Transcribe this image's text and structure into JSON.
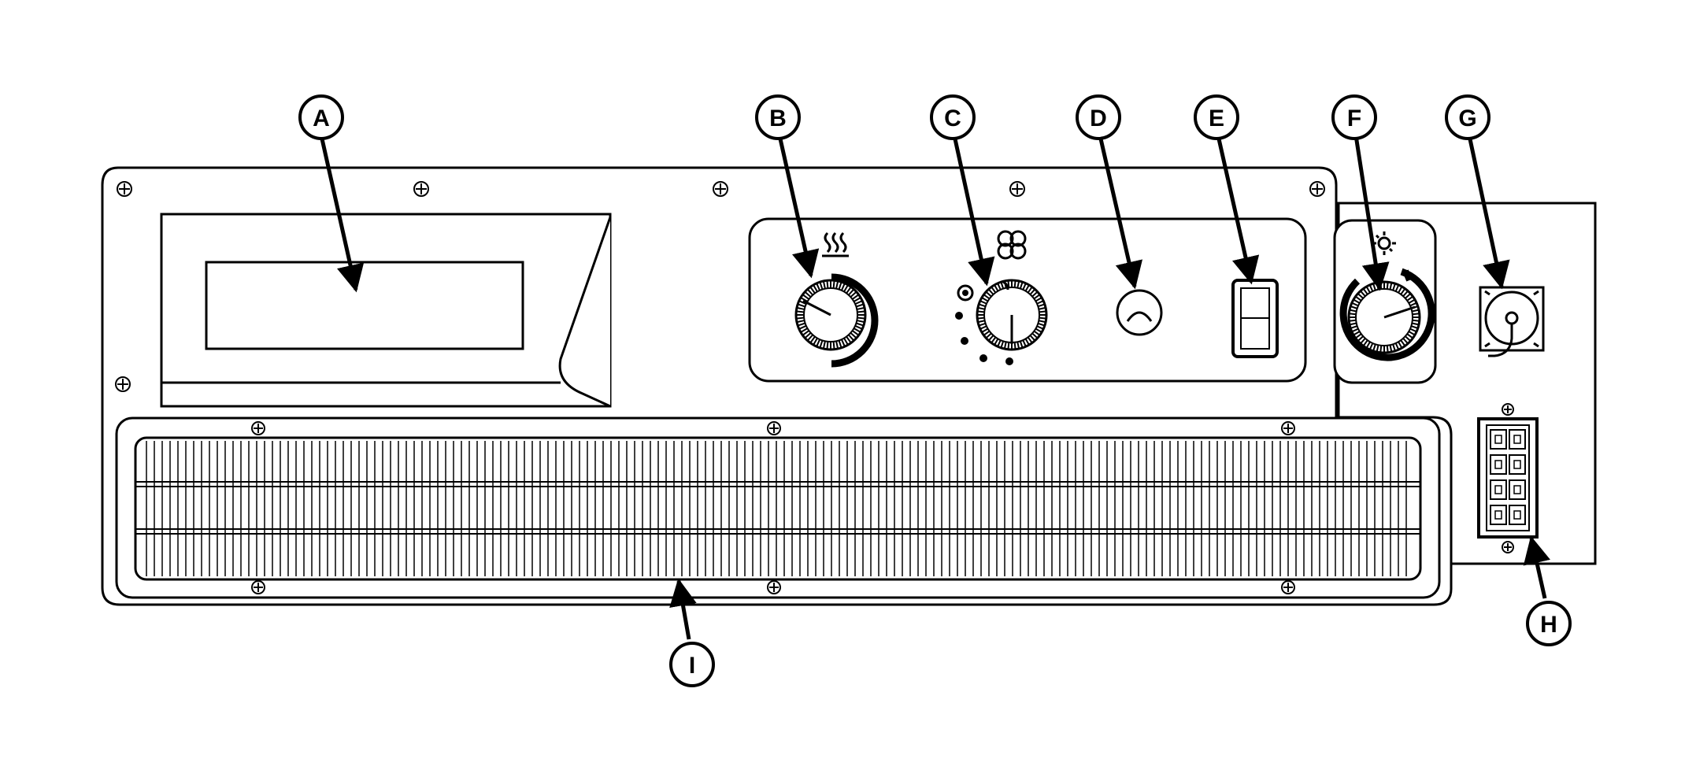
{
  "diagram": {
    "callouts": [
      {
        "id": "A",
        "label": "A",
        "part": "display-panel"
      },
      {
        "id": "B",
        "label": "B",
        "part": "heat-knob"
      },
      {
        "id": "C",
        "label": "C",
        "part": "fan-knob"
      },
      {
        "id": "D",
        "label": "D",
        "part": "round-switch"
      },
      {
        "id": "E",
        "label": "E",
        "part": "rocker-switch"
      },
      {
        "id": "F",
        "label": "F",
        "part": "light-knob"
      },
      {
        "id": "G",
        "label": "G",
        "part": "power-receptacle"
      },
      {
        "id": "H",
        "label": "H",
        "part": "connector-block"
      },
      {
        "id": "I",
        "label": "I",
        "part": "vent-grille"
      }
    ],
    "icons": [
      "heat-icon",
      "fan-icon",
      "light-icon"
    ],
    "line_color": "#000000",
    "background_color": "#ffffff"
  }
}
